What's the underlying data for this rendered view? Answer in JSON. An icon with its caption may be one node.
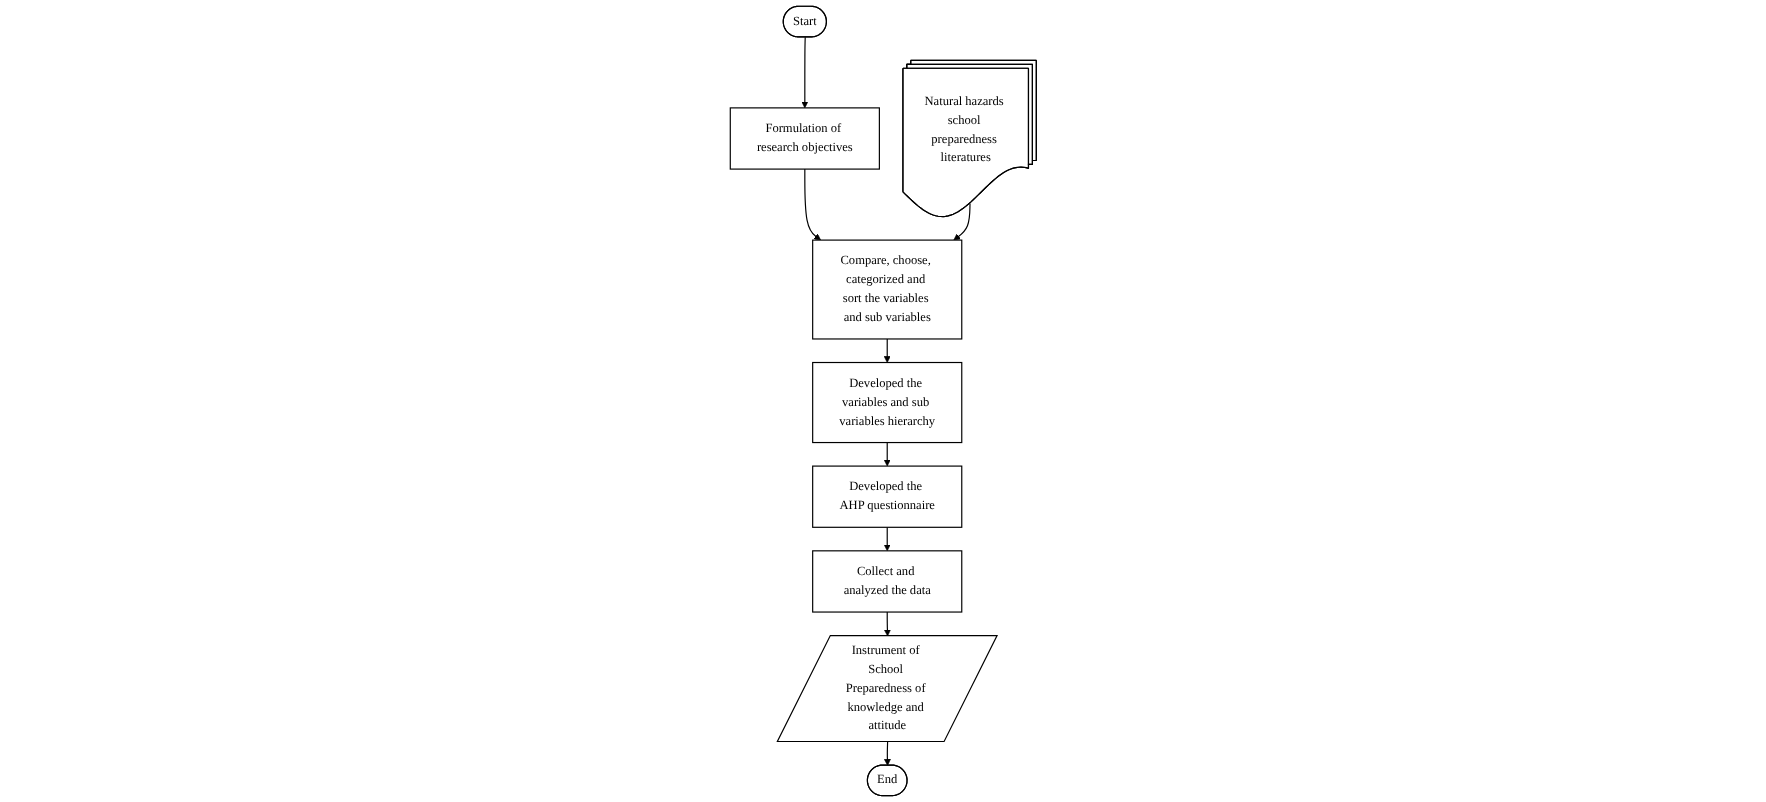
{
  "diagram": {
    "nodes": [
      {
        "text": [
          "Start"
        ]
      },
      {
        "text": [
          "Formulation of research objectives"
        ]
      },
      {
        "text": [
          "Natural hazards school preparedness literatures"
        ]
      },
      {
        "text": [
          "Compare, choose, categorized and sort the variables and sub variables"
        ]
      },
      {
        "text": [
          "Developed the variables and sub variables hierarchy"
        ]
      },
      {
        "text": [
          "Developed the AHP questionnaire"
        ]
      },
      {
        "text": [
          "Collect and analyzed the data"
        ]
      },
      {
        "text": [
          "Instrument of School Preparedness of knowledge and attitude"
        ]
      },
      {
        "text": [
          "End"
        ]
      }
    ],
    "edges": [
      {
        "from": 0,
        "to": 1,
        "arrow": "to"
      },
      {
        "from": 1,
        "to": 3,
        "arrow": "to"
      },
      {
        "from": 2,
        "to": 3,
        "arrow": "to"
      },
      {
        "from": 3,
        "to": 4,
        "arrow": "to"
      },
      {
        "from": 4,
        "to": 5,
        "arrow": "to"
      },
      {
        "from": 5,
        "to": 6,
        "arrow": "to"
      },
      {
        "from": 6,
        "to": 7,
        "arrow": "to"
      },
      {
        "from": 7,
        "to": 8,
        "arrow": "to"
      }
    ]
  }
}
